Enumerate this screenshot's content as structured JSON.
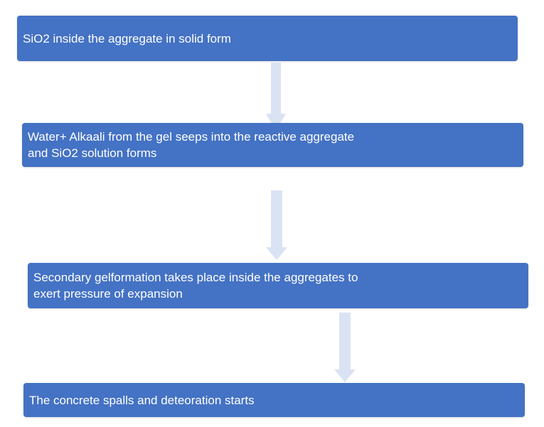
{
  "colors": {
    "box_fill": "#4472c4",
    "box_text": "#ffffff",
    "arrow_fill": "#dae3f3"
  },
  "steps": [
    {
      "label": "SiO2 inside the aggregate in solid form"
    },
    {
      "label": "Water+ Alkaali from the gel seeps into the reactive aggregate\nand SiO2 solution forms"
    },
    {
      "label": "Secondary gelformation takes place inside the aggregates to\nexert pressure of expansion"
    },
    {
      "label": "The concrete spalls and deteoration starts"
    }
  ]
}
